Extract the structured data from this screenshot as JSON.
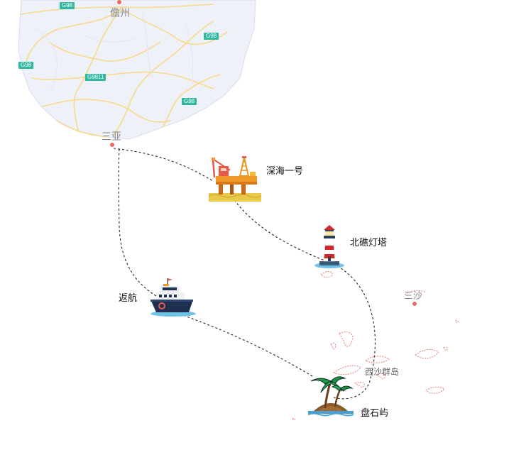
{
  "map": {
    "cities": [
      {
        "id": "danzhou",
        "name": "儋州"
      },
      {
        "id": "sanya",
        "name": "三亚"
      },
      {
        "id": "sansha",
        "name": "三沙"
      }
    ],
    "roads": [
      "G98",
      "G98",
      "G98",
      "G9811",
      "G98"
    ],
    "islands_label": "西沙群岛",
    "route_points": [
      {
        "id": "deep-sea-one",
        "label": "深海一号",
        "icon": "oil-platform-icon"
      },
      {
        "id": "beijiao-lighthouse",
        "label": "北礁灯塔",
        "icon": "lighthouse-icon"
      },
      {
        "id": "panshi-islet",
        "label": "盘石屿",
        "icon": "palm-island-icon"
      },
      {
        "id": "return-voyage",
        "label": "返航",
        "icon": "ship-icon"
      }
    ],
    "colors": {
      "land": "#eef1f8",
      "highway": "#f8d98a",
      "shield": "#2fb89f",
      "city_dot": "#e86a6a",
      "route": "#222222",
      "reef": "#e77f7f"
    }
  }
}
